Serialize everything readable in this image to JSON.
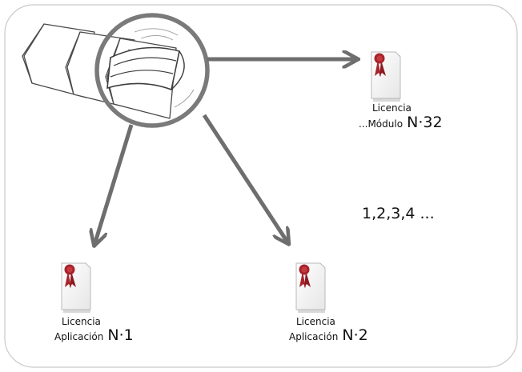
{
  "licenses": [
    {
      "id": "mod32",
      "line1": "Licencia",
      "line2_small": "...Módulo",
      "line2_big": "N·32"
    },
    {
      "id": "app1",
      "line1": "Licencia",
      "line2_small": "Aplicación",
      "line2_big": "N·1"
    },
    {
      "id": "app2",
      "line1": "Licencia",
      "line2_small": "Aplicación",
      "line2_big": "N·2"
    }
  ],
  "sequence_text": "1,2,3,4 ...",
  "colors": {
    "frame": "#c9c9c9",
    "arrow": "#6e6e6e",
    "seal": "#a8232b",
    "doc_border": "#b9b9b9"
  }
}
